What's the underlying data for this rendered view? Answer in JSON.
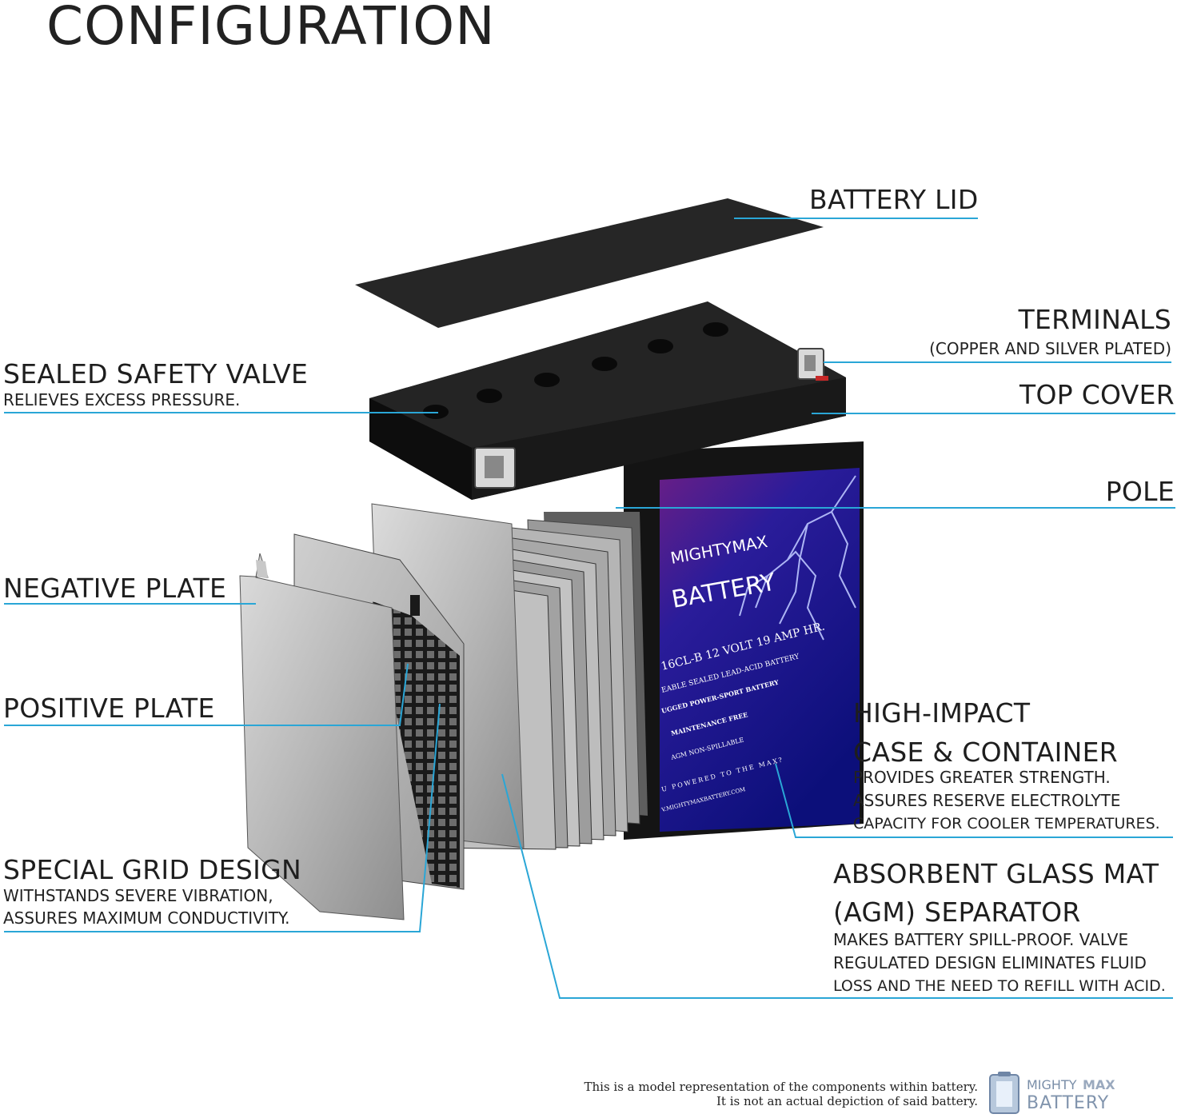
{
  "title": "CONFIGURATION",
  "callouts": {
    "battery_lid": "BATTERY LID",
    "terminals": "TERMINALS",
    "terminals_sub": "(COPPER AND SILVER PLATED)",
    "top_cover": "TOP COVER",
    "pole": "POLE",
    "sealed_valve": "SEALED SAFETY VALVE",
    "sealed_valve_sub": "RELIEVES EXCESS PRESSURE.",
    "negative_plate": "NEGATIVE PLATE",
    "positive_plate": "POSITIVE PLATE",
    "grid_design": "SPECIAL GRID DESIGN",
    "grid_sub_1": "WITHSTANDS SEVERE VIBRATION,",
    "grid_sub_2": "ASSURES MAXIMUM CONDUCTIVITY.",
    "case_1": "HIGH-IMPACT",
    "case_2": "CASE & CONTAINER",
    "case_sub_1": "PROVIDES GREATER STRENGTH.",
    "case_sub_2": "ASSURES RESERVE ELECTROLYTE",
    "case_sub_3": "CAPACITY FOR COOLER TEMPERATURES.",
    "agm_1": "ABSORBENT GLASS MAT",
    "agm_2": "(AGM) SEPARATOR",
    "agm_sub_1": "MAKES BATTERY SPILL-PROOF. VALVE",
    "agm_sub_2": "REGULATED DESIGN ELIMINATES FLUID",
    "agm_sub_3": "LOSS AND THE NEED TO REFILL WITH ACID."
  },
  "label": {
    "brand_1": "MIGHTYMAX",
    "brand_2": "BATTERY",
    "model": "16CL-B 12 VOLT 19 AMP HR.",
    "line_1": "EABLE SEALED LEAD-ACID BATTERY",
    "line_2": "UGGED POWER-SPORT BATTERY",
    "line_3": "MAINTENANCE FREE",
    "line_4": "AGM NON-SPILLABLE",
    "line_5": "U POWERED TO THE MAX?",
    "line_6": "V.MIGHTYMAXBATTERY.COM"
  },
  "footnote": {
    "line_1": "This is a model representation of the components within battery.",
    "line_2": "It is not an actual depiction of said battery."
  },
  "footer_logo": {
    "word_1a": "MIGHTY",
    "word_1b": "MAX",
    "word_2": "BATTERY"
  },
  "colors": {
    "leader": "#2aa6d6",
    "label_blue": "#1c1f8c",
    "body_dark": "#151515",
    "plate_grey": "#b9b9b9"
  }
}
